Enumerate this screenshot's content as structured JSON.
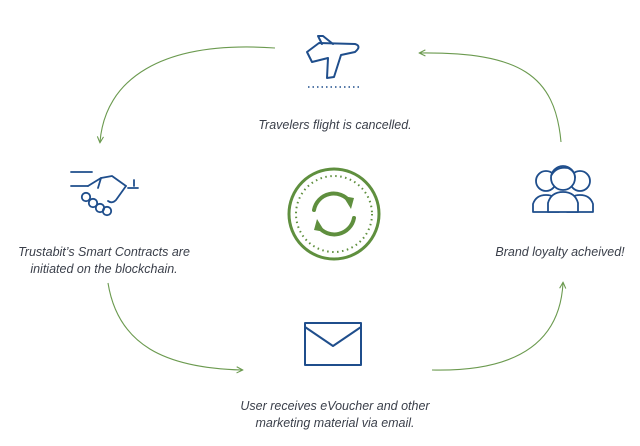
{
  "steps": {
    "top": {
      "label": "Travelers flight is cancelled.",
      "icon": "airplane-icon"
    },
    "right": {
      "label": "Brand loyalty acheived!",
      "icon": "users-group-icon"
    },
    "bottom": {
      "label_line1": "User receives eVoucher and other",
      "label_line2": "marketing material via email.",
      "icon": "envelope-icon"
    },
    "left": {
      "label_line1": "Trustabit’s Smart Contracts are",
      "label_line2": "initiated on the blockchain.",
      "icon": "handshake-icon"
    },
    "center": {
      "icon": "sync-cycle-icon"
    }
  },
  "colors": {
    "icon": "#1f4e8c",
    "arrow": "#6b9a4f",
    "center_green": "#5f8f3e",
    "text": "#3a3f4a"
  }
}
